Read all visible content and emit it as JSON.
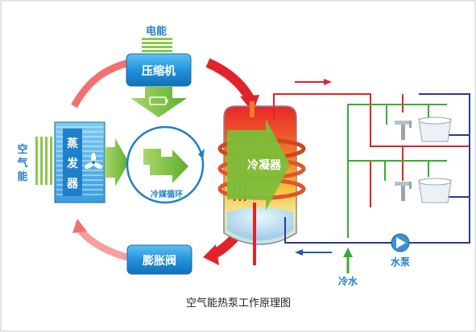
{
  "labels": {
    "electric": "电能",
    "compressor": "压缩机",
    "air_energy": "空气能",
    "evaporator": "蒸发器",
    "refrigerant_cycle": "冷媒循环",
    "condenser": "冷凝器",
    "expansion_valve": "膨胀阀",
    "pump": "水泵",
    "cold_water": "冷水"
  },
  "caption": "空气能热泵工作原理图",
  "colors": {
    "red_arrow": "#e0252a",
    "blue_box": "#1f8fd8",
    "green_arrow": "#7cbf3a",
    "hot_pipe": "#e0242a",
    "cold_pipe": "#2b3a8f",
    "green_pipe": "#3aaa35"
  },
  "icons": [
    "fan-icon",
    "faucet-icon",
    "bathtub-icon",
    "pump-icon",
    "battery-icon"
  ]
}
